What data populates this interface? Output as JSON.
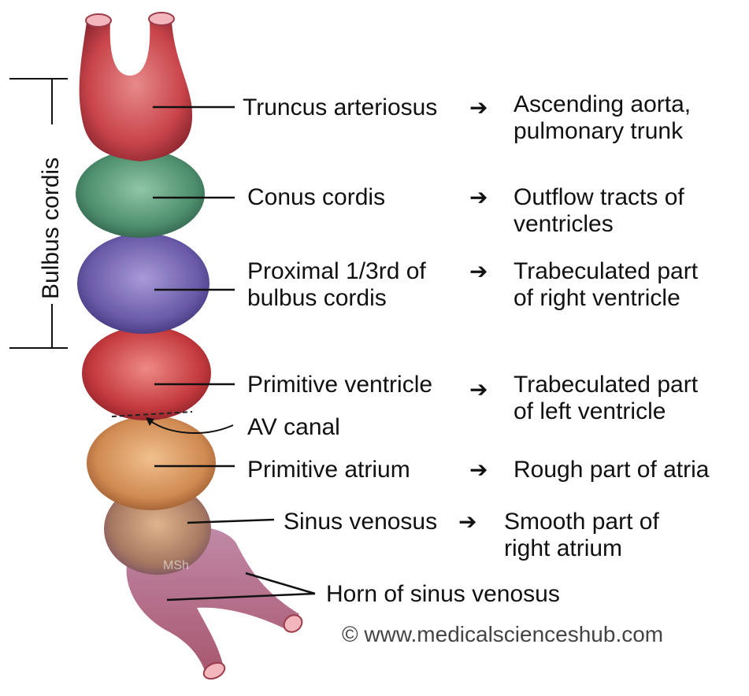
{
  "bracket_label": "Bulbus cordis",
  "rows": [
    {
      "structure": "Truncus arteriosus",
      "fate": [
        "Ascending aorta,",
        "pulmonary trunk"
      ]
    },
    {
      "structure": "Conus cordis",
      "fate": [
        "Outflow tracts of",
        "ventricles"
      ]
    },
    {
      "structure": "Proximal 1/3rd of",
      "structure2": "bulbus cordis",
      "fate": [
        "Trabeculated part",
        "of right ventricle"
      ]
    },
    {
      "structure": "Primitive ventricle",
      "fate": [
        "Trabeculated part",
        "of left ventricle"
      ]
    },
    {
      "structure": "AV canal"
    },
    {
      "structure": "Primitive atrium",
      "fate": [
        "Rough part of atria"
      ]
    },
    {
      "structure": "Sinus venosus",
      "fate": [
        "Smooth part of",
        "right atrium"
      ]
    },
    {
      "structure": "Horn of sinus venosus"
    }
  ],
  "arrow_glyph": "➔",
  "watermark": "MSh",
  "credit": "© www.medicalscienceshub.com",
  "colors": {
    "truncus": "#c8444a",
    "conus": "#4e8f6e",
    "proximal_bulbus": "#6a5aa8",
    "ventricle": "#c43a3e",
    "atrium": "#d08a52",
    "sinus": "#a87a62",
    "horn": "#b26c8a"
  }
}
